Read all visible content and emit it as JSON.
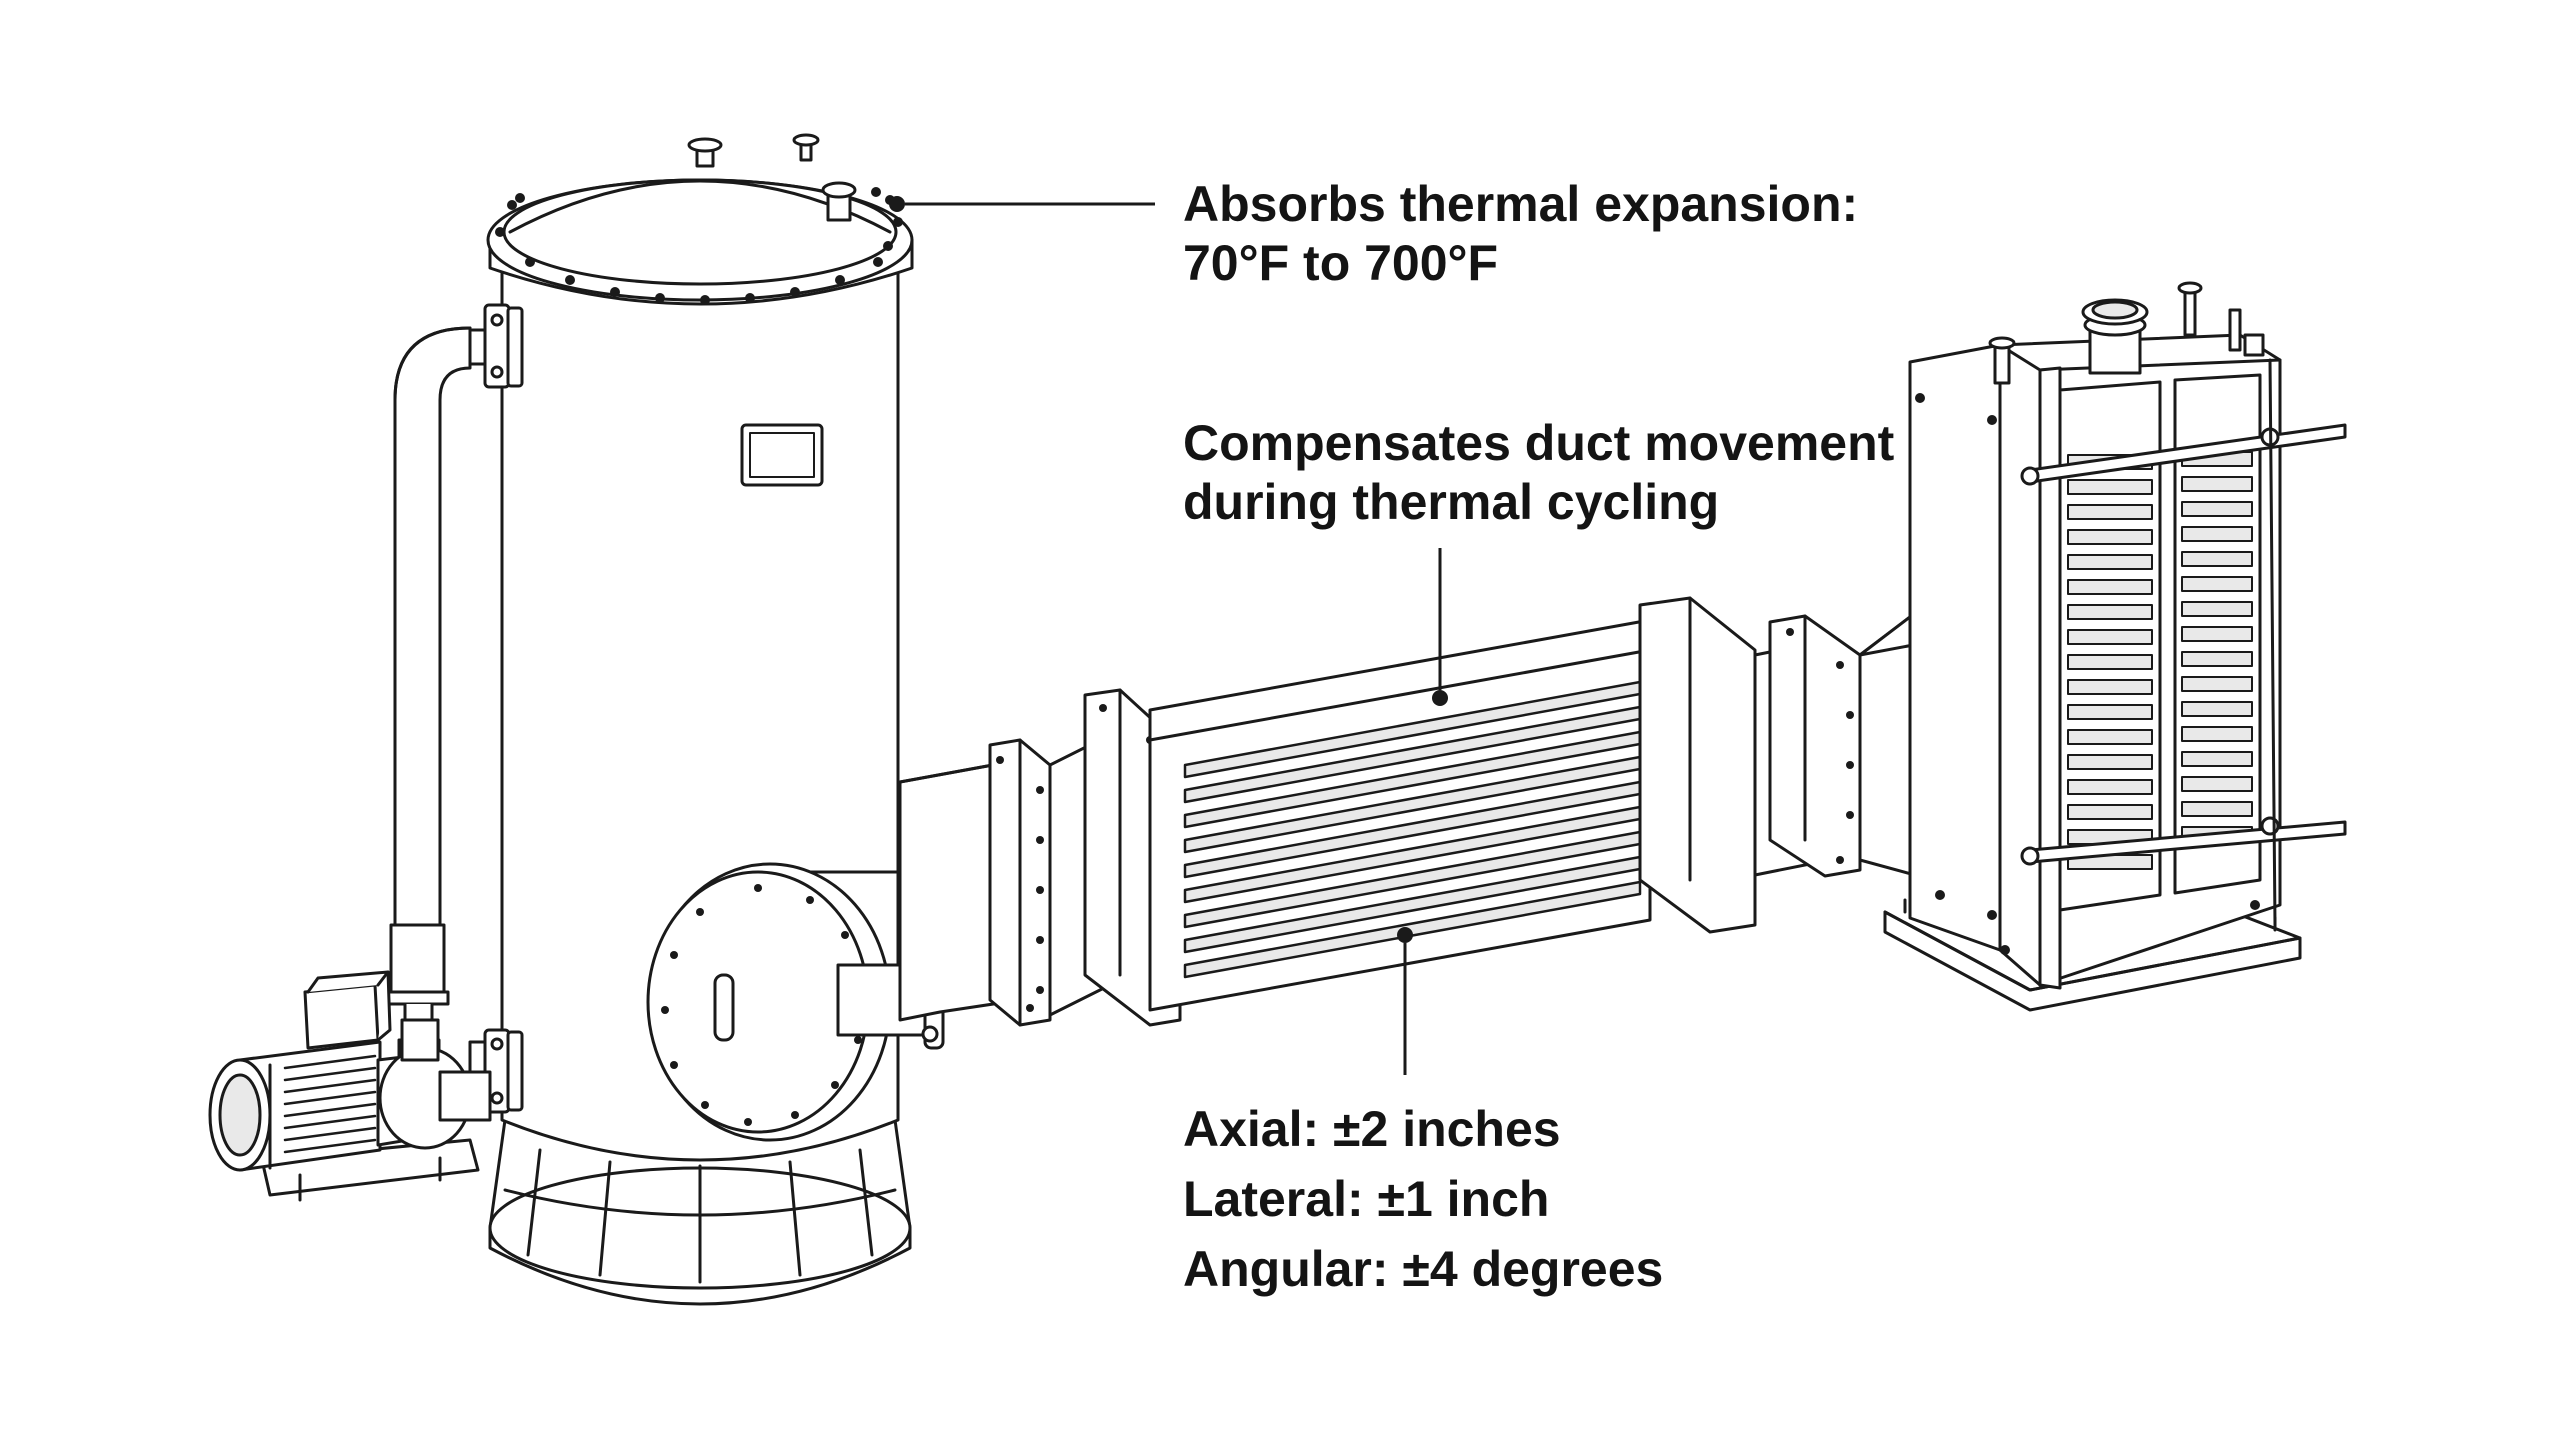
{
  "callouts": {
    "expansion": {
      "line1": "Absorbs thermal expansion:",
      "line2": "70°F to 700°F"
    },
    "duct": {
      "line1": "Compensates duct movement",
      "line2": "during thermal cycling"
    },
    "movement": {
      "axial": "Axial: ±2 inches",
      "lateral": "Lateral: ±1 inch",
      "angular": "Angular: ±4 degrees"
    }
  },
  "colors": {
    "line": "#1a1a1a",
    "fill": "#ffffff",
    "shade": "#e9e9e9",
    "text": "#141414"
  }
}
